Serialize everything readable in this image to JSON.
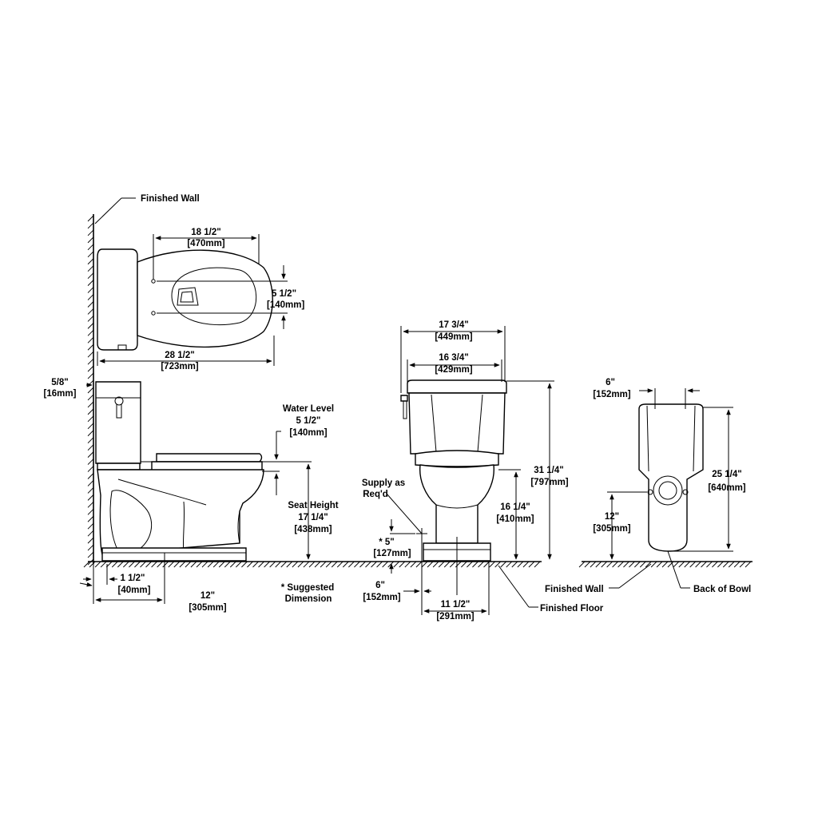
{
  "labels": {
    "finished_wall_top": "Finished Wall",
    "top_width": "18 1/2\"",
    "top_width_mm": "[470mm]",
    "bolt_spacing": "5 1/2\"",
    "bolt_spacing_mm": "[140mm]",
    "top_length": "28 1/2\"",
    "top_length_mm": "[723mm]",
    "wall_gap": "5/8\"",
    "wall_gap_mm": "[16mm]",
    "water_level": "Water Level",
    "water_level_dim": "5 1/2\"",
    "water_level_mm": "[140mm]",
    "seat_height": "Seat Height",
    "seat_height_dim": "17 1/4\"",
    "seat_height_mm": "[438mm]",
    "side_inset": "1 1/2\"",
    "side_inset_mm": "[40mm]",
    "rough_in": "12\"",
    "rough_in_mm": "[305mm]",
    "suggested_1": "* Suggested",
    "suggested_2": "Dimension",
    "front_tank_width": "17 3/4\"",
    "front_tank_width_mm": "[449mm]",
    "front_lid_width": "16 3/4\"",
    "front_lid_width_mm": "[429mm]",
    "supply_1": "Supply as",
    "supply_2": "Req'd",
    "supply_height": "* 5\"",
    "supply_height_mm": "[127mm]",
    "supply_offset": "6\"",
    "supply_offset_mm": "[152mm]",
    "base_width": "11 1/2\"",
    "base_width_mm": "[291mm]",
    "rim_height": "16 1/4\"",
    "rim_height_mm": "[410mm]",
    "total_height": "31 1/4\"",
    "total_height_mm": "[797mm]",
    "finished_floor": "Finished Floor",
    "finished_wall_bottom": "Finished Wall",
    "back_offset": "6\"",
    "back_offset_mm": "[152mm]",
    "back_height": "25 1/4\"",
    "back_height_mm": "[640mm]",
    "outlet_height": "12\"",
    "outlet_height_mm": "[305mm]",
    "back_of_bowl": "Back of Bowl"
  }
}
